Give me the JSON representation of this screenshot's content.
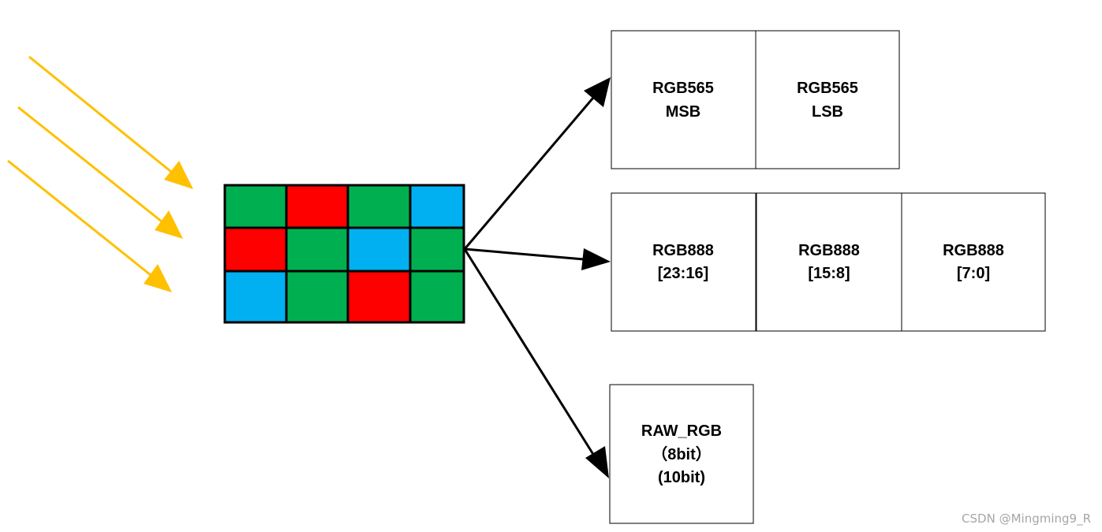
{
  "colors": {
    "light_rays": "#FFC000",
    "green": "#00B050",
    "red": "#FF0000",
    "blue": "#00B0F0",
    "stroke": "#000000"
  },
  "bayer_filter": {
    "rows": [
      [
        "green",
        "red",
        "green",
        "blue"
      ],
      [
        "red",
        "green",
        "blue",
        "green"
      ],
      [
        "blue",
        "green",
        "red",
        "green"
      ]
    ]
  },
  "formats": {
    "rgb565": {
      "cells": [
        {
          "line1": "RGB565",
          "line2": "MSB"
        },
        {
          "line1": "RGB565",
          "line2": "LSB"
        }
      ]
    },
    "rgb888": {
      "cells": [
        {
          "line1": "RGB888",
          "line2": "[23:16]"
        },
        {
          "line1": "RGB888",
          "line2": "[15:8]"
        },
        {
          "line1": "RGB888",
          "line2": "[7:0]"
        }
      ]
    },
    "raw": {
      "line1": "RAW_RGB",
      "line2": "（8bit）",
      "line3": "(10bit)"
    }
  },
  "watermark": "CSDN @Mingming9_R"
}
